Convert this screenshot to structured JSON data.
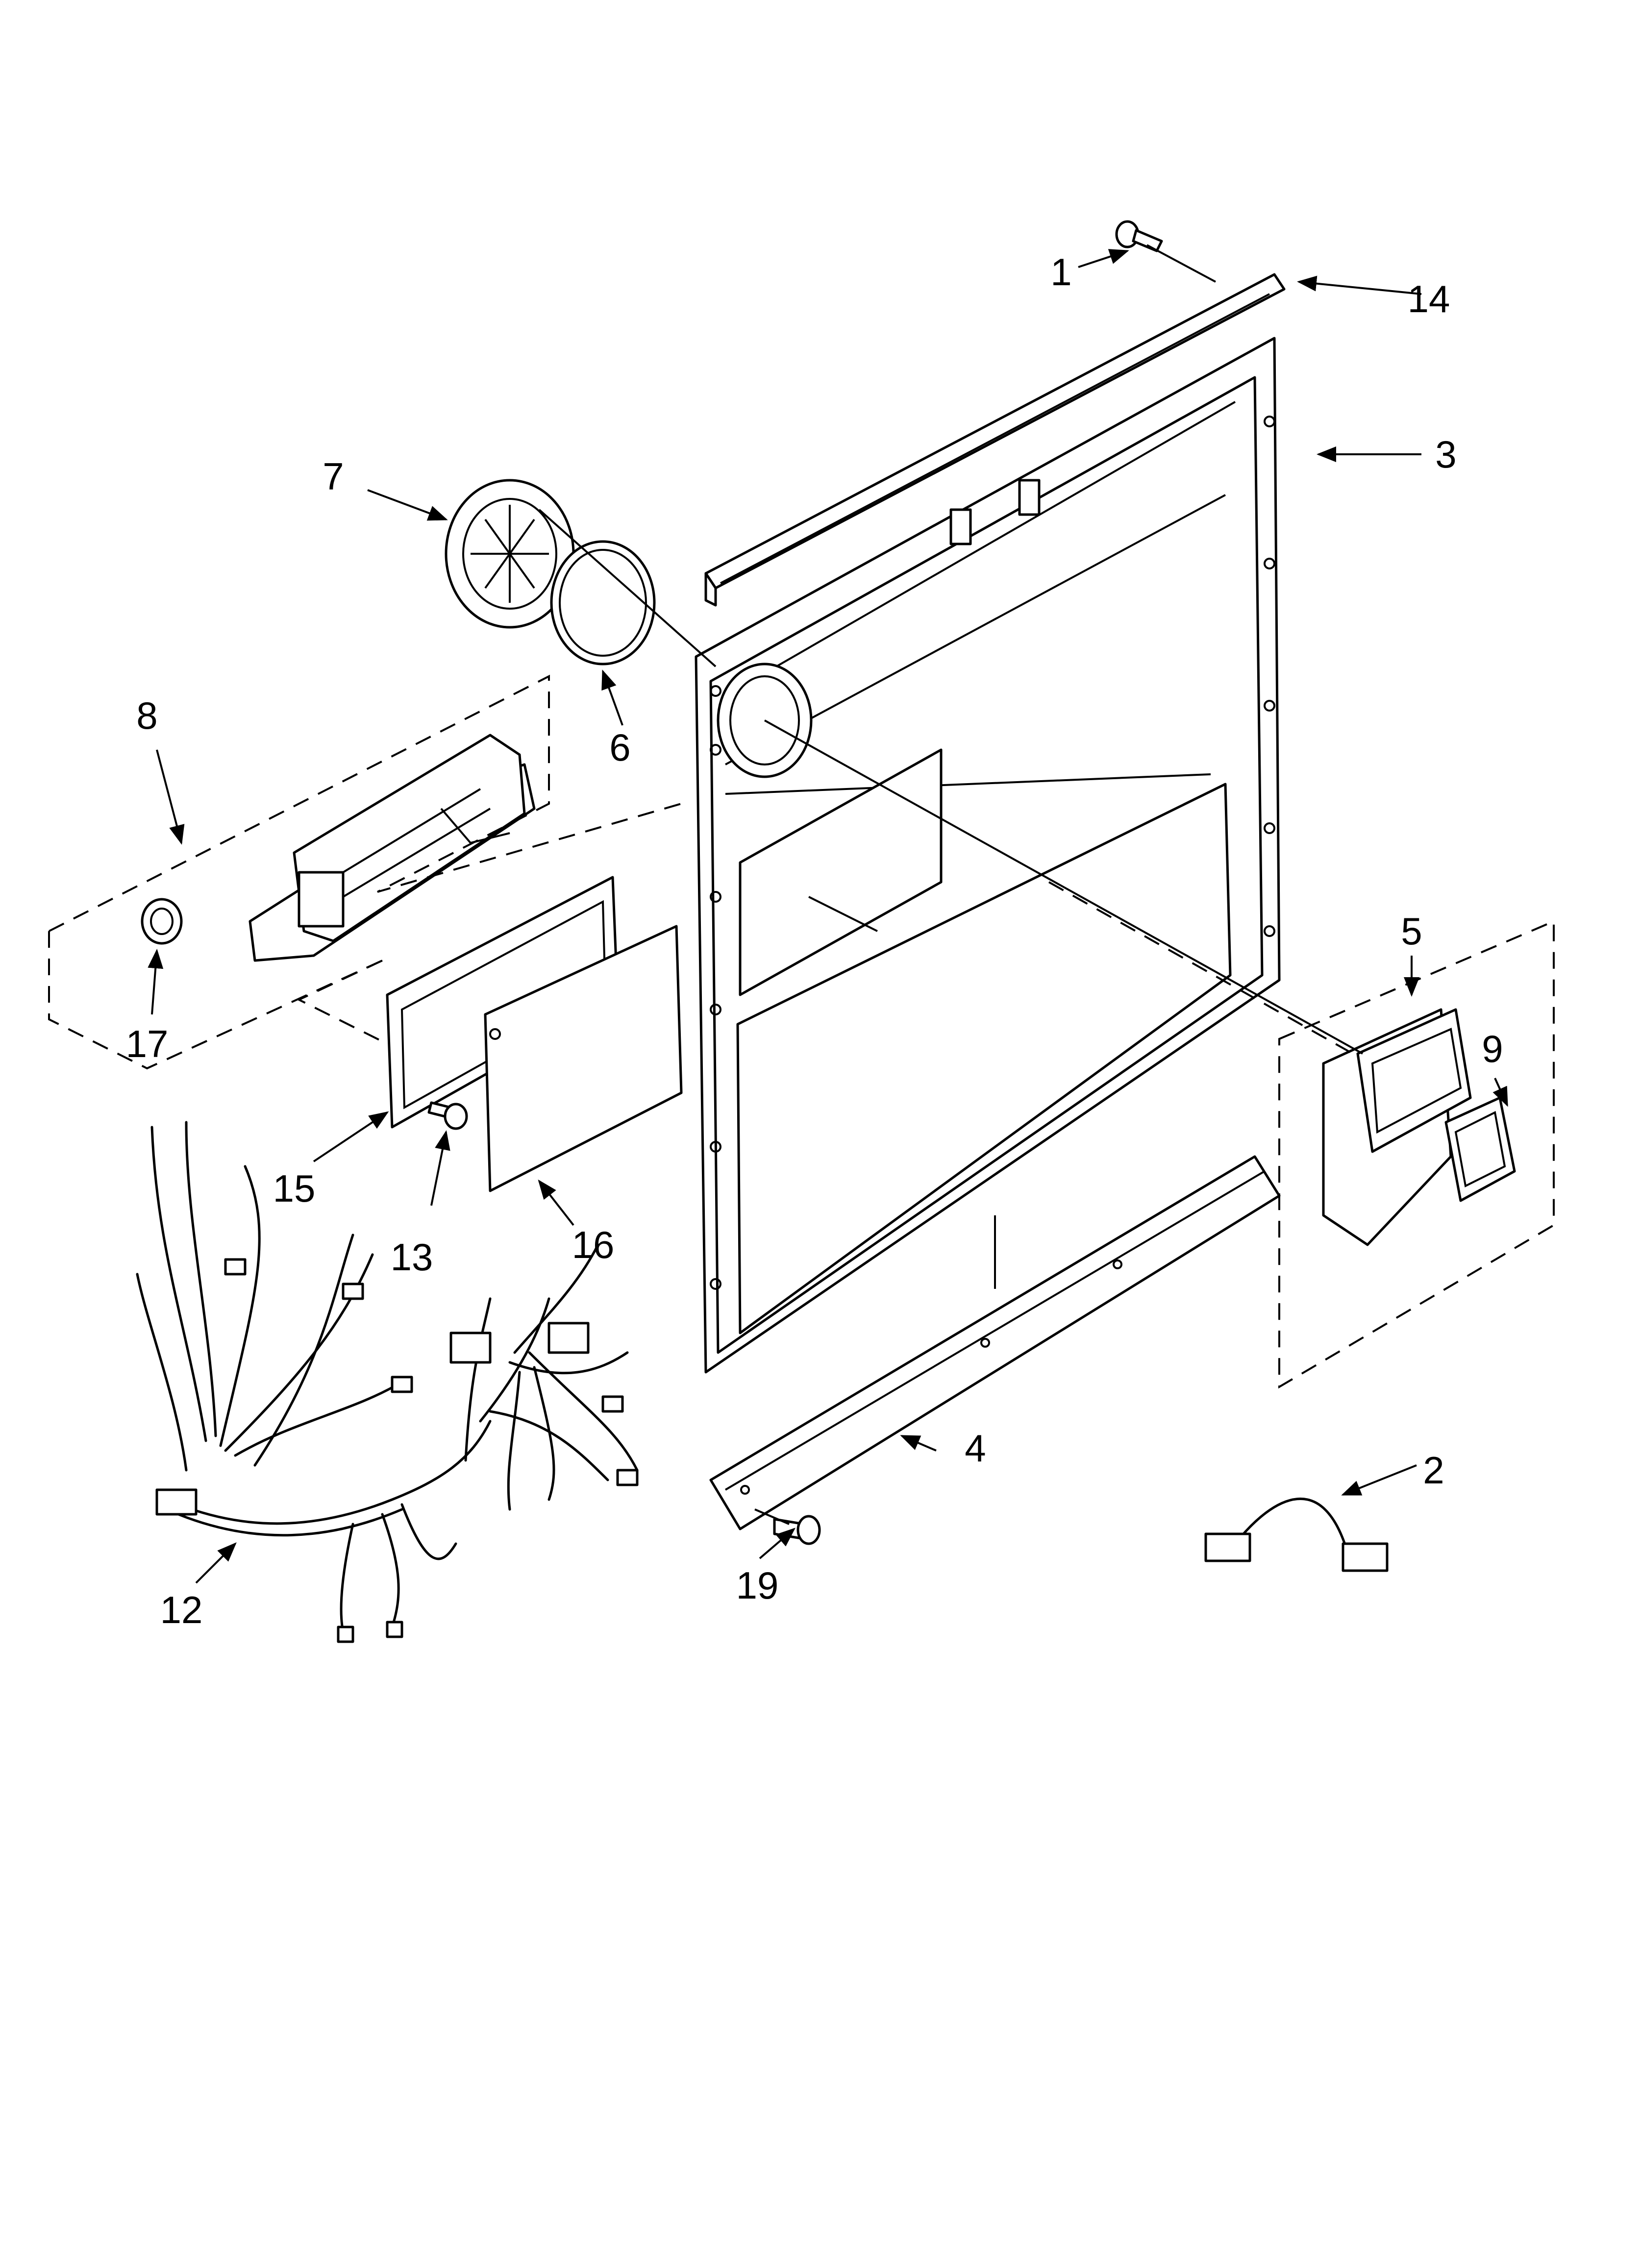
{
  "callouts": {
    "c1": "1",
    "c2": "2",
    "c3": "3",
    "c4": "4",
    "c5": "5",
    "c6": "6",
    "c7": "7",
    "c8": "8",
    "c9": "9",
    "c12": "12",
    "c13": "13",
    "c14": "14",
    "c15": "15",
    "c16": "16",
    "c17": "17",
    "c19": "19"
  }
}
